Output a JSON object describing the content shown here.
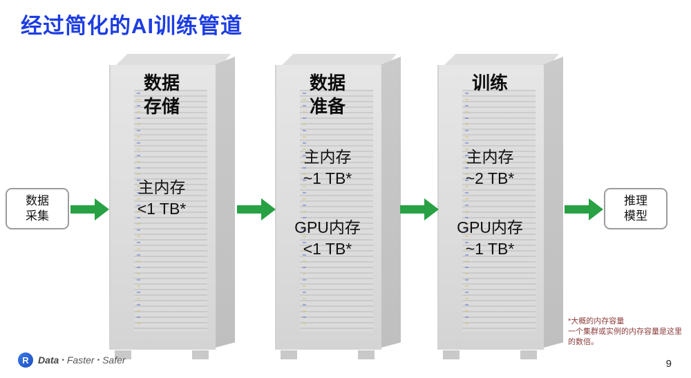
{
  "title": "经过简化的AI训练管道",
  "page_number": "9",
  "colors": {
    "accent_blue": "#1d3de2",
    "arrow_green": "#28a144",
    "footnote_red": "#8d3c3c",
    "rack_gray": "#dddddd"
  },
  "input_box": {
    "line1": "数据",
    "line2": "采集"
  },
  "output_box": {
    "line1": "推理",
    "line2": "模型"
  },
  "stages": [
    {
      "title_line1": "数据",
      "title_line2": "存储",
      "spec1_label": "主内存",
      "spec1_value": "<1 TB*"
    },
    {
      "title_line1": "数据",
      "title_line2": "准备",
      "spec1_label": "主内存",
      "spec1_value": "~1 TB*",
      "spec2_label": "GPU内存",
      "spec2_value": "<1 TB*"
    },
    {
      "title_line1": "训练",
      "spec1_label": "主内存",
      "spec1_value": "~2 TB*",
      "spec2_label": "GPU内存",
      "spec2_value": "~1 TB*"
    }
  ],
  "footnote": {
    "line1": "*大概的内存容量",
    "line2": "一个集群或实例的内存容量是这里的数倍。"
  },
  "logo": {
    "letter": "R",
    "word1": "Data",
    "separator": "•",
    "word2": "Faster",
    "word3": "Safer"
  }
}
